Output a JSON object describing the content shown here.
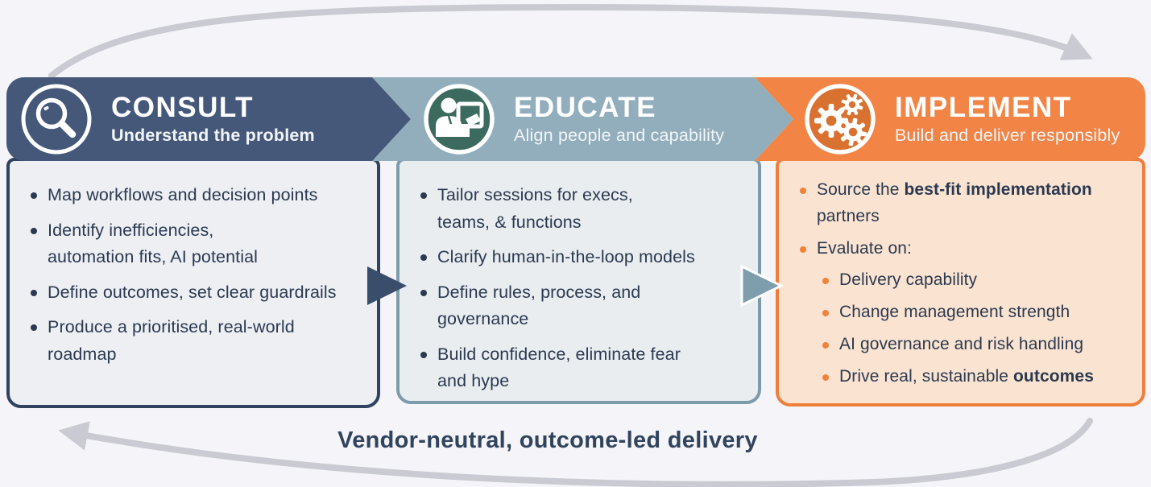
{
  "page_background": "#f5f4f8",
  "cycle_arrows": {
    "color": "#c9cad2",
    "top_direction": "left-to-right",
    "bottom_direction": "right-to-left"
  },
  "connectors": [
    {
      "name": "consult-to-educate-arrow",
      "color": "#3a4d6b"
    },
    {
      "name": "educate-to-implement-arrow",
      "color": "#7e9dad"
    }
  ],
  "tagline": "Vendor-neutral, outcome-led delivery",
  "phases": [
    {
      "title": "CONSULT",
      "subtitle": "Understand the problem",
      "icon": "magnifier-icon",
      "colors": {
        "header": "#455879",
        "border": "#30425f",
        "body": "#edeff3",
        "iconbg": "#455879",
        "bullet": "#2b3950"
      },
      "bullets": [
        {
          "indent": 0,
          "segments": [
            {
              "text": "Map workflows and decision points",
              "bold": false
            }
          ]
        },
        {
          "indent": 0,
          "segments": [
            {
              "text": "Identify inefficiencies,",
              "bold": false
            },
            {
              "text": "automation fits, AI potential",
              "bold": false,
              "break": true
            }
          ]
        },
        {
          "indent": 0,
          "segments": [
            {
              "text": "Define outcomes, set clear guardrails",
              "bold": false
            }
          ]
        },
        {
          "indent": 0,
          "segments": [
            {
              "text": "Produce a prioritised, real-world",
              "bold": false
            },
            {
              "text": "roadmap",
              "bold": false,
              "break": true
            }
          ]
        }
      ]
    },
    {
      "title": "EDUCATE",
      "subtitle": "Align people and capability",
      "icon": "presenter-icon",
      "colors": {
        "header": "#92aebc",
        "border": "#7d9cab",
        "body": "#e9edf0",
        "iconbg": "#3d6a5e",
        "bullet": "#2b3950"
      },
      "bullets": [
        {
          "indent": 0,
          "segments": [
            {
              "text": "Tailor sessions for execs,",
              "bold": false
            },
            {
              "text": "teams, & functions",
              "bold": false,
              "break": true
            }
          ]
        },
        {
          "indent": 0,
          "segments": [
            {
              "text": "Clarify human-in-the-loop models",
              "bold": false
            }
          ]
        },
        {
          "indent": 0,
          "segments": [
            {
              "text": "Define rules, process, and",
              "bold": false
            },
            {
              "text": "governance",
              "bold": false,
              "break": true
            }
          ]
        },
        {
          "indent": 0,
          "segments": [
            {
              "text": "Build confidence, eliminate fear",
              "bold": false
            },
            {
              "text": "and hype",
              "bold": false,
              "break": true
            }
          ]
        }
      ]
    },
    {
      "title": "IMPLEMENT",
      "subtitle": "Build and deliver responsibly",
      "icon": "gears-icon",
      "colors": {
        "header": "#f28445",
        "border": "#ee7f3a",
        "body": "#fae3d1",
        "iconbg": "#d97230",
        "bullet": "#f0823c"
      },
      "bullets": [
        {
          "indent": 0,
          "segments": [
            {
              "text": "Source the ",
              "bold": false
            },
            {
              "text": "best-fit implementation",
              "bold": true
            },
            {
              "text": "partners",
              "bold": false,
              "break": true
            }
          ]
        },
        {
          "indent": 0,
          "segments": [
            {
              "text": "Evaluate on:",
              "bold": false
            }
          ]
        },
        {
          "indent": 1,
          "segments": [
            {
              "text": "Delivery capability",
              "bold": false
            }
          ]
        },
        {
          "indent": 1,
          "segments": [
            {
              "text": "Change management strength",
              "bold": false
            }
          ]
        },
        {
          "indent": 1,
          "segments": [
            {
              "text": "AI governance and risk handling",
              "bold": false
            }
          ]
        },
        {
          "indent": 1,
          "segments": [
            {
              "text": "Drive real, sustainable ",
              "bold": false
            },
            {
              "text": "outcomes",
              "bold": true
            }
          ]
        }
      ]
    }
  ]
}
